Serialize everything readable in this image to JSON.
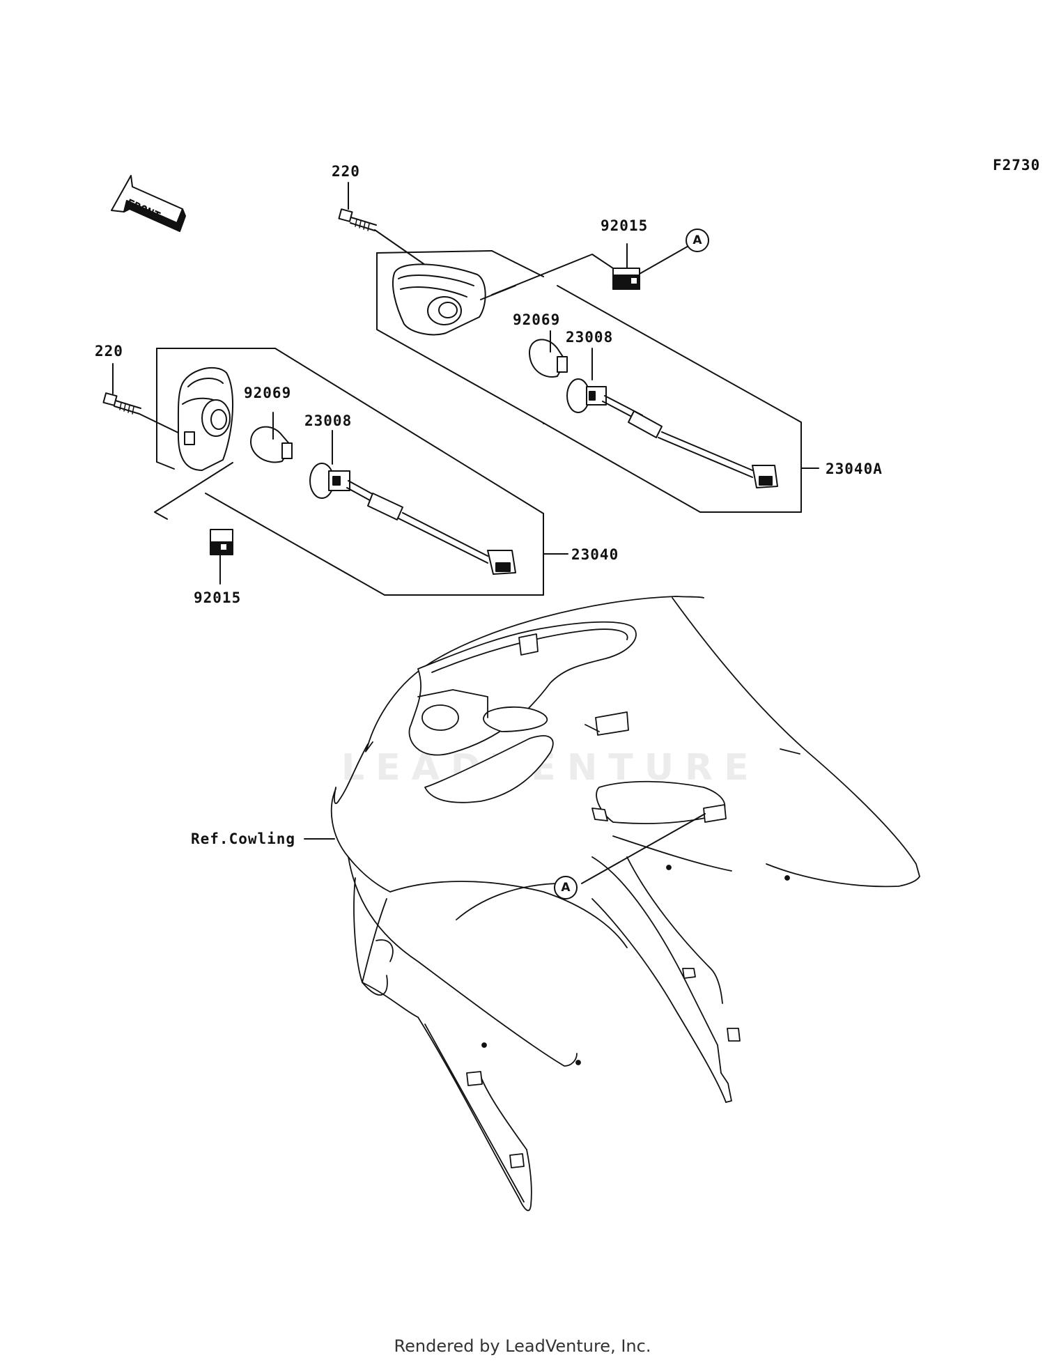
{
  "figure_code": "F2730",
  "front_arrow_label": "FRONT",
  "upper_assembly": {
    "screw": "220",
    "clip": "92015",
    "bulb": "92069",
    "socket": "23008",
    "assembly": "23040A",
    "callout": "A"
  },
  "lower_assembly": {
    "screw": "220",
    "clip": "92015",
    "bulb": "92069",
    "socket": "23008",
    "assembly": "23040"
  },
  "cowling_ref": "Ref.Cowling",
  "cowling_callout": "A",
  "watermark": "LEADVENTURE",
  "footer": "Rendered by LeadVenture, Inc."
}
